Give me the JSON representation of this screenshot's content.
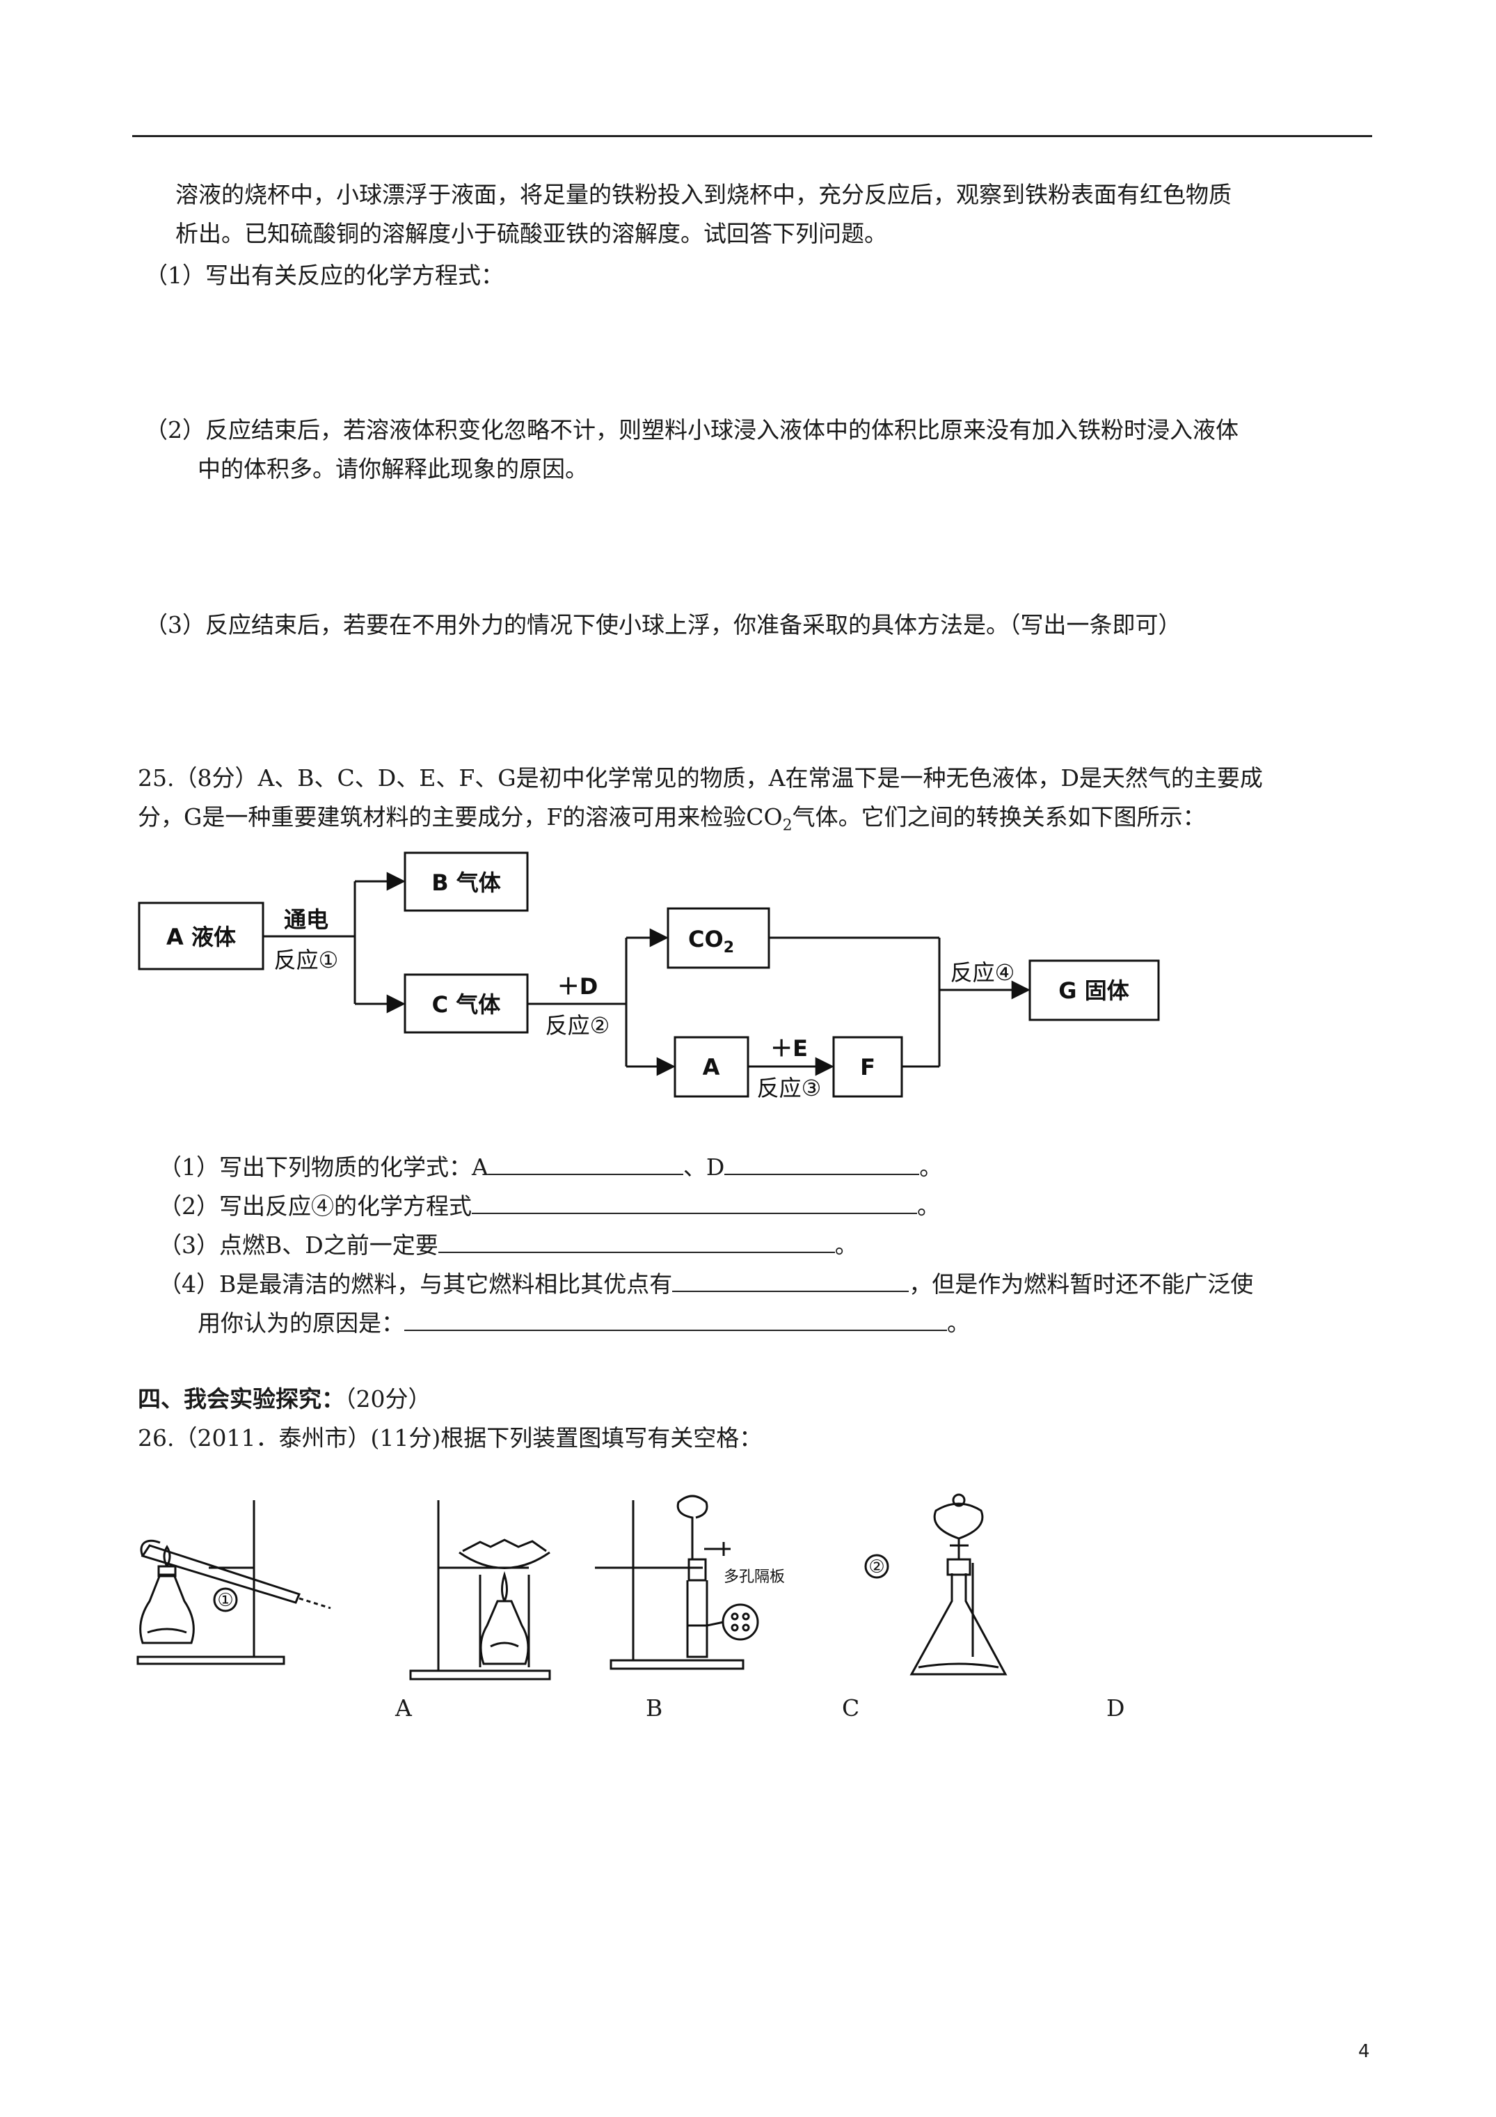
{
  "q24": {
    "intro_line1": "溶液的烧杯中，小球漂浮于液面，将足量的铁粉投入到烧杯中，充分反应后，观察到铁粉表面有红色物质",
    "intro_line2": "析出。已知硫酸铜的溶解度小于硫酸亚铁的溶解度。试回答下列问题。",
    "p1": "（1）写出有关反应的化学方程式：",
    "p2_line1": "（2）反应结束后，若溶液体积变化忽略不计，则塑料小球浸入液体中的体积比原来没有加入铁粉时浸入液体",
    "p2_line2": "中的体积多。请你解释此现象的原因。",
    "p3": "（3）反应结束后，若要在不用外力的情况下使小球上浮，你准备采取的具体方法是。（写出一条即可）"
  },
  "q25": {
    "stem_line1": "25.（8分）A、B、C、D、E、F、G是初中化学常见的物质，A在常温下是一种无色液体，D是天然气的主要成",
    "stem_line2_pre": "分，G是一种重要建筑材料的主要成分，F的溶液可用来检验CO",
    "stem_line2_sub": "2",
    "stem_line2_post": "气体。它们之间的转换关系如下图所示：",
    "flow": {
      "box_a": "A 液体",
      "box_b": "B 气体",
      "box_c": "C 气体",
      "box_co2": "CO",
      "box_co2_sub": "2",
      "box_a2": "A",
      "box_f": "F",
      "box_g": "G 固体",
      "label_tongdian": "通电",
      "label_r1": "反应①",
      "label_plus_d": "＋D",
      "label_r2": "反应②",
      "label_plus_e": "＋E",
      "label_r3": "反应③",
      "label_r4": "反应④"
    },
    "s1_pre": "（1）写出下列物质的化学式：A",
    "s1_mid": "、D",
    "s1_end": "。",
    "s2_pre": "（2）写出反应④的化学方程式",
    "s2_end": "。",
    "s3_pre": "（3）点燃B、D之前一定要",
    "s3_end": "。",
    "s4_pre": "（4）B是最清洁的燃料，与其它燃料相比其优点有",
    "s4_mid": "，但是作为燃料暂时还不能广泛使",
    "s4_line2_pre": "用你认为的原因是：",
    "s4_line2_end": "。"
  },
  "section4": {
    "heading": "四、我会实验探究：",
    "points": "（20分）"
  },
  "q26": {
    "stem": "26.（2011．泰州市）(11分)根据下列装置图填写有关空格：",
    "callout_1": "①",
    "callout_2": "②",
    "porous_label": "多孔隔板",
    "labels": [
      "A",
      "B",
      "C",
      "D"
    ]
  },
  "page_number": "4"
}
